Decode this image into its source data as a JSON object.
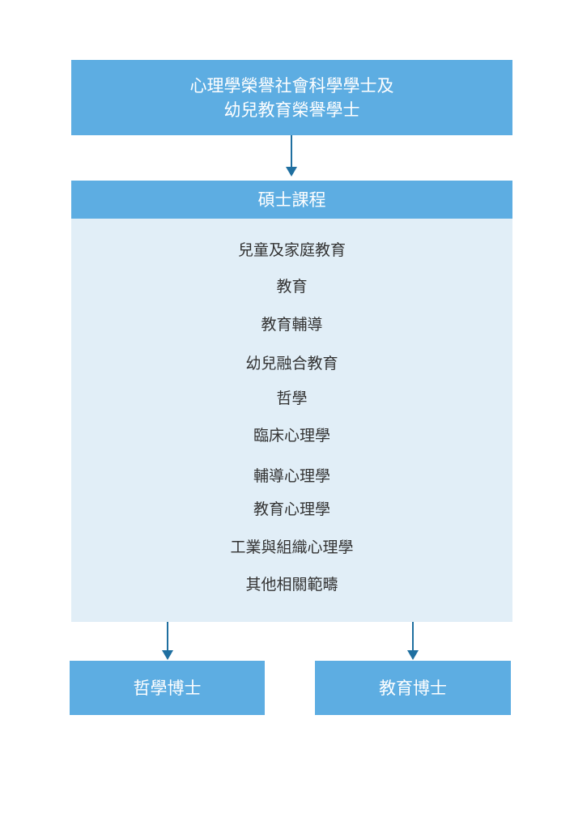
{
  "top_box": {
    "line1": "心理學榮譽社會科學學士及",
    "line2": "幼兒教育榮譽學士"
  },
  "masters": {
    "title": "碩士課程",
    "programs": [
      "兒童及家庭教育",
      "教育",
      "教育輔導",
      "幼兒融合教育",
      "哲學",
      "臨床心理學",
      "輔導心理學",
      "教育心理學",
      "工業與組織心理學",
      "其他相關範疇"
    ]
  },
  "doctorates": {
    "left": "哲學博士",
    "right": "教育博士"
  },
  "colors": {
    "box": "#5dade2",
    "panel": "#e1eef7",
    "arrow": "#1f6fa0"
  }
}
